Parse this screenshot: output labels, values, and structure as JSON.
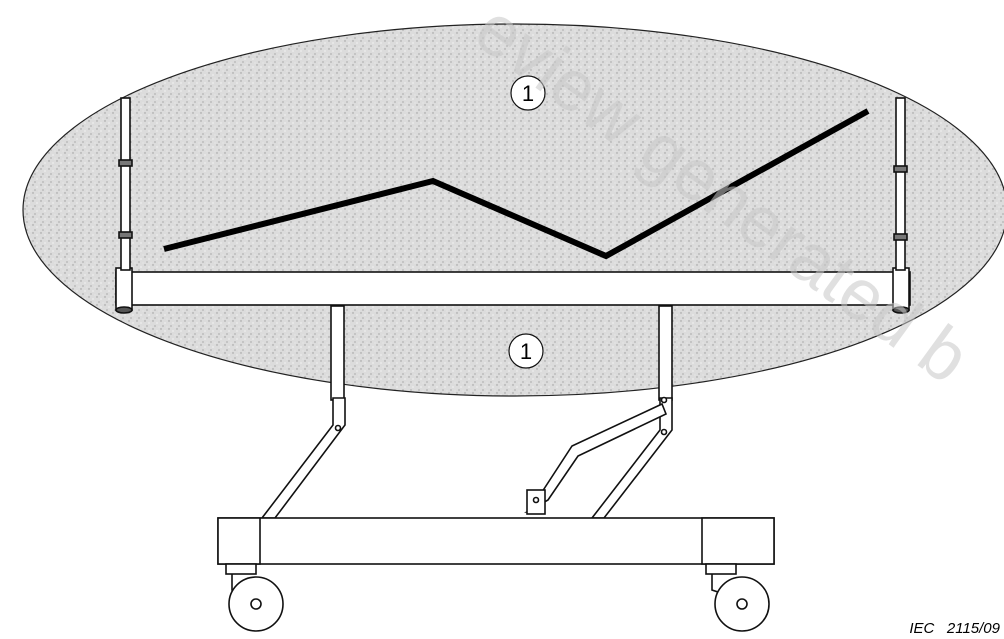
{
  "diagram": {
    "callouts": [
      {
        "label": "1"
      },
      {
        "label": "1"
      }
    ],
    "watermark": "eview generated b",
    "figure_id": "IEC   2115/09",
    "colors": {
      "zone_fill": "#d6d6d6",
      "stroke": "#111111",
      "surface_line": "#000000"
    }
  }
}
